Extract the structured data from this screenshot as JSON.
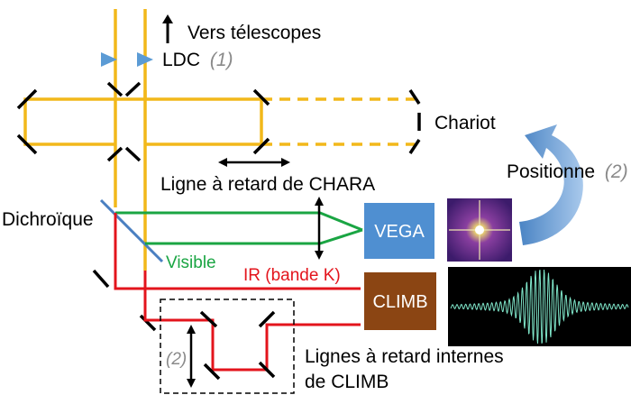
{
  "labels": {
    "vers_telescopes": "Vers télescopes",
    "ldc": "LDC",
    "ldc_ref": "(1)",
    "chariot": "Chariot",
    "positionne": "Positionne",
    "positionne_ref": "(2)",
    "ligne_chara": "Ligne à retard de CHARA",
    "dichroique": "Dichroïque",
    "vega": "VEGA",
    "visible": "Visible",
    "ir": "IR (bande K)",
    "climb": "CLIMB",
    "internal_ref": "(2)",
    "lignes_internes_1": "Lignes à retard internes",
    "lignes_internes_2": "de CLIMB"
  },
  "colors": {
    "beam_telescope": "#f2b81a",
    "beam_visible": "#1aa543",
    "beam_ir": "#e3141c",
    "vega_box": "#4f8fd1",
    "climb_box": "#8b4513",
    "ldc_prism": "#5b9bd5",
    "dichroic": "#4a7fc1",
    "arrow_blue": "#5b9bd5",
    "label_visible": "#1aa543",
    "label_ir": "#e3141c",
    "ref_numbers": "#8a8a8a"
  },
  "icons": {
    "speckle_image": "speckle-image",
    "fringe_signal": "fringe-packet-image"
  }
}
